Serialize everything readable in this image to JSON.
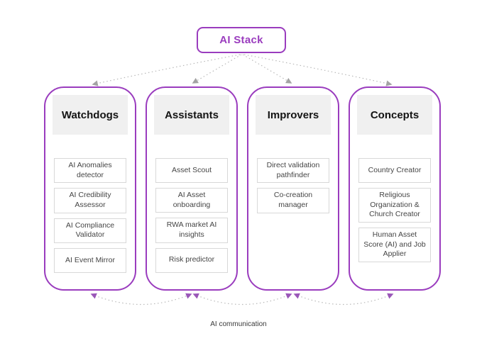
{
  "root": {
    "label": "AI Stack"
  },
  "columns": [
    {
      "title": "Watchdogs",
      "items": [
        "AI Anomalies detector",
        "AI Credibility Assessor",
        "AI Compliance Validator",
        "AI Event Mirror"
      ]
    },
    {
      "title": "Assistants",
      "items": [
        "Asset Scout",
        "AI Asset onboarding",
        "RWA market AI insights",
        "Risk predictor"
      ]
    },
    {
      "title": "Improvers",
      "items": [
        "Direct validation pathfinder",
        "Co-creation manager"
      ]
    },
    {
      "title": "Concepts",
      "items": [
        "Country Creator",
        "Religious Organization & Church Creator",
        "Human Asset Score (AI) and Job Applier"
      ]
    }
  ],
  "footer": {
    "label": "AI communication"
  },
  "colors": {
    "accent_purple": "#9a3cbe",
    "connector_gray": "#b9b9b9",
    "arrow_gray": "#a3a3a3",
    "arrow_purple": "#9a57b8",
    "header_bg": "#f0f0f0",
    "item_border": "#d8d8d8",
    "item_text": "#454545"
  }
}
